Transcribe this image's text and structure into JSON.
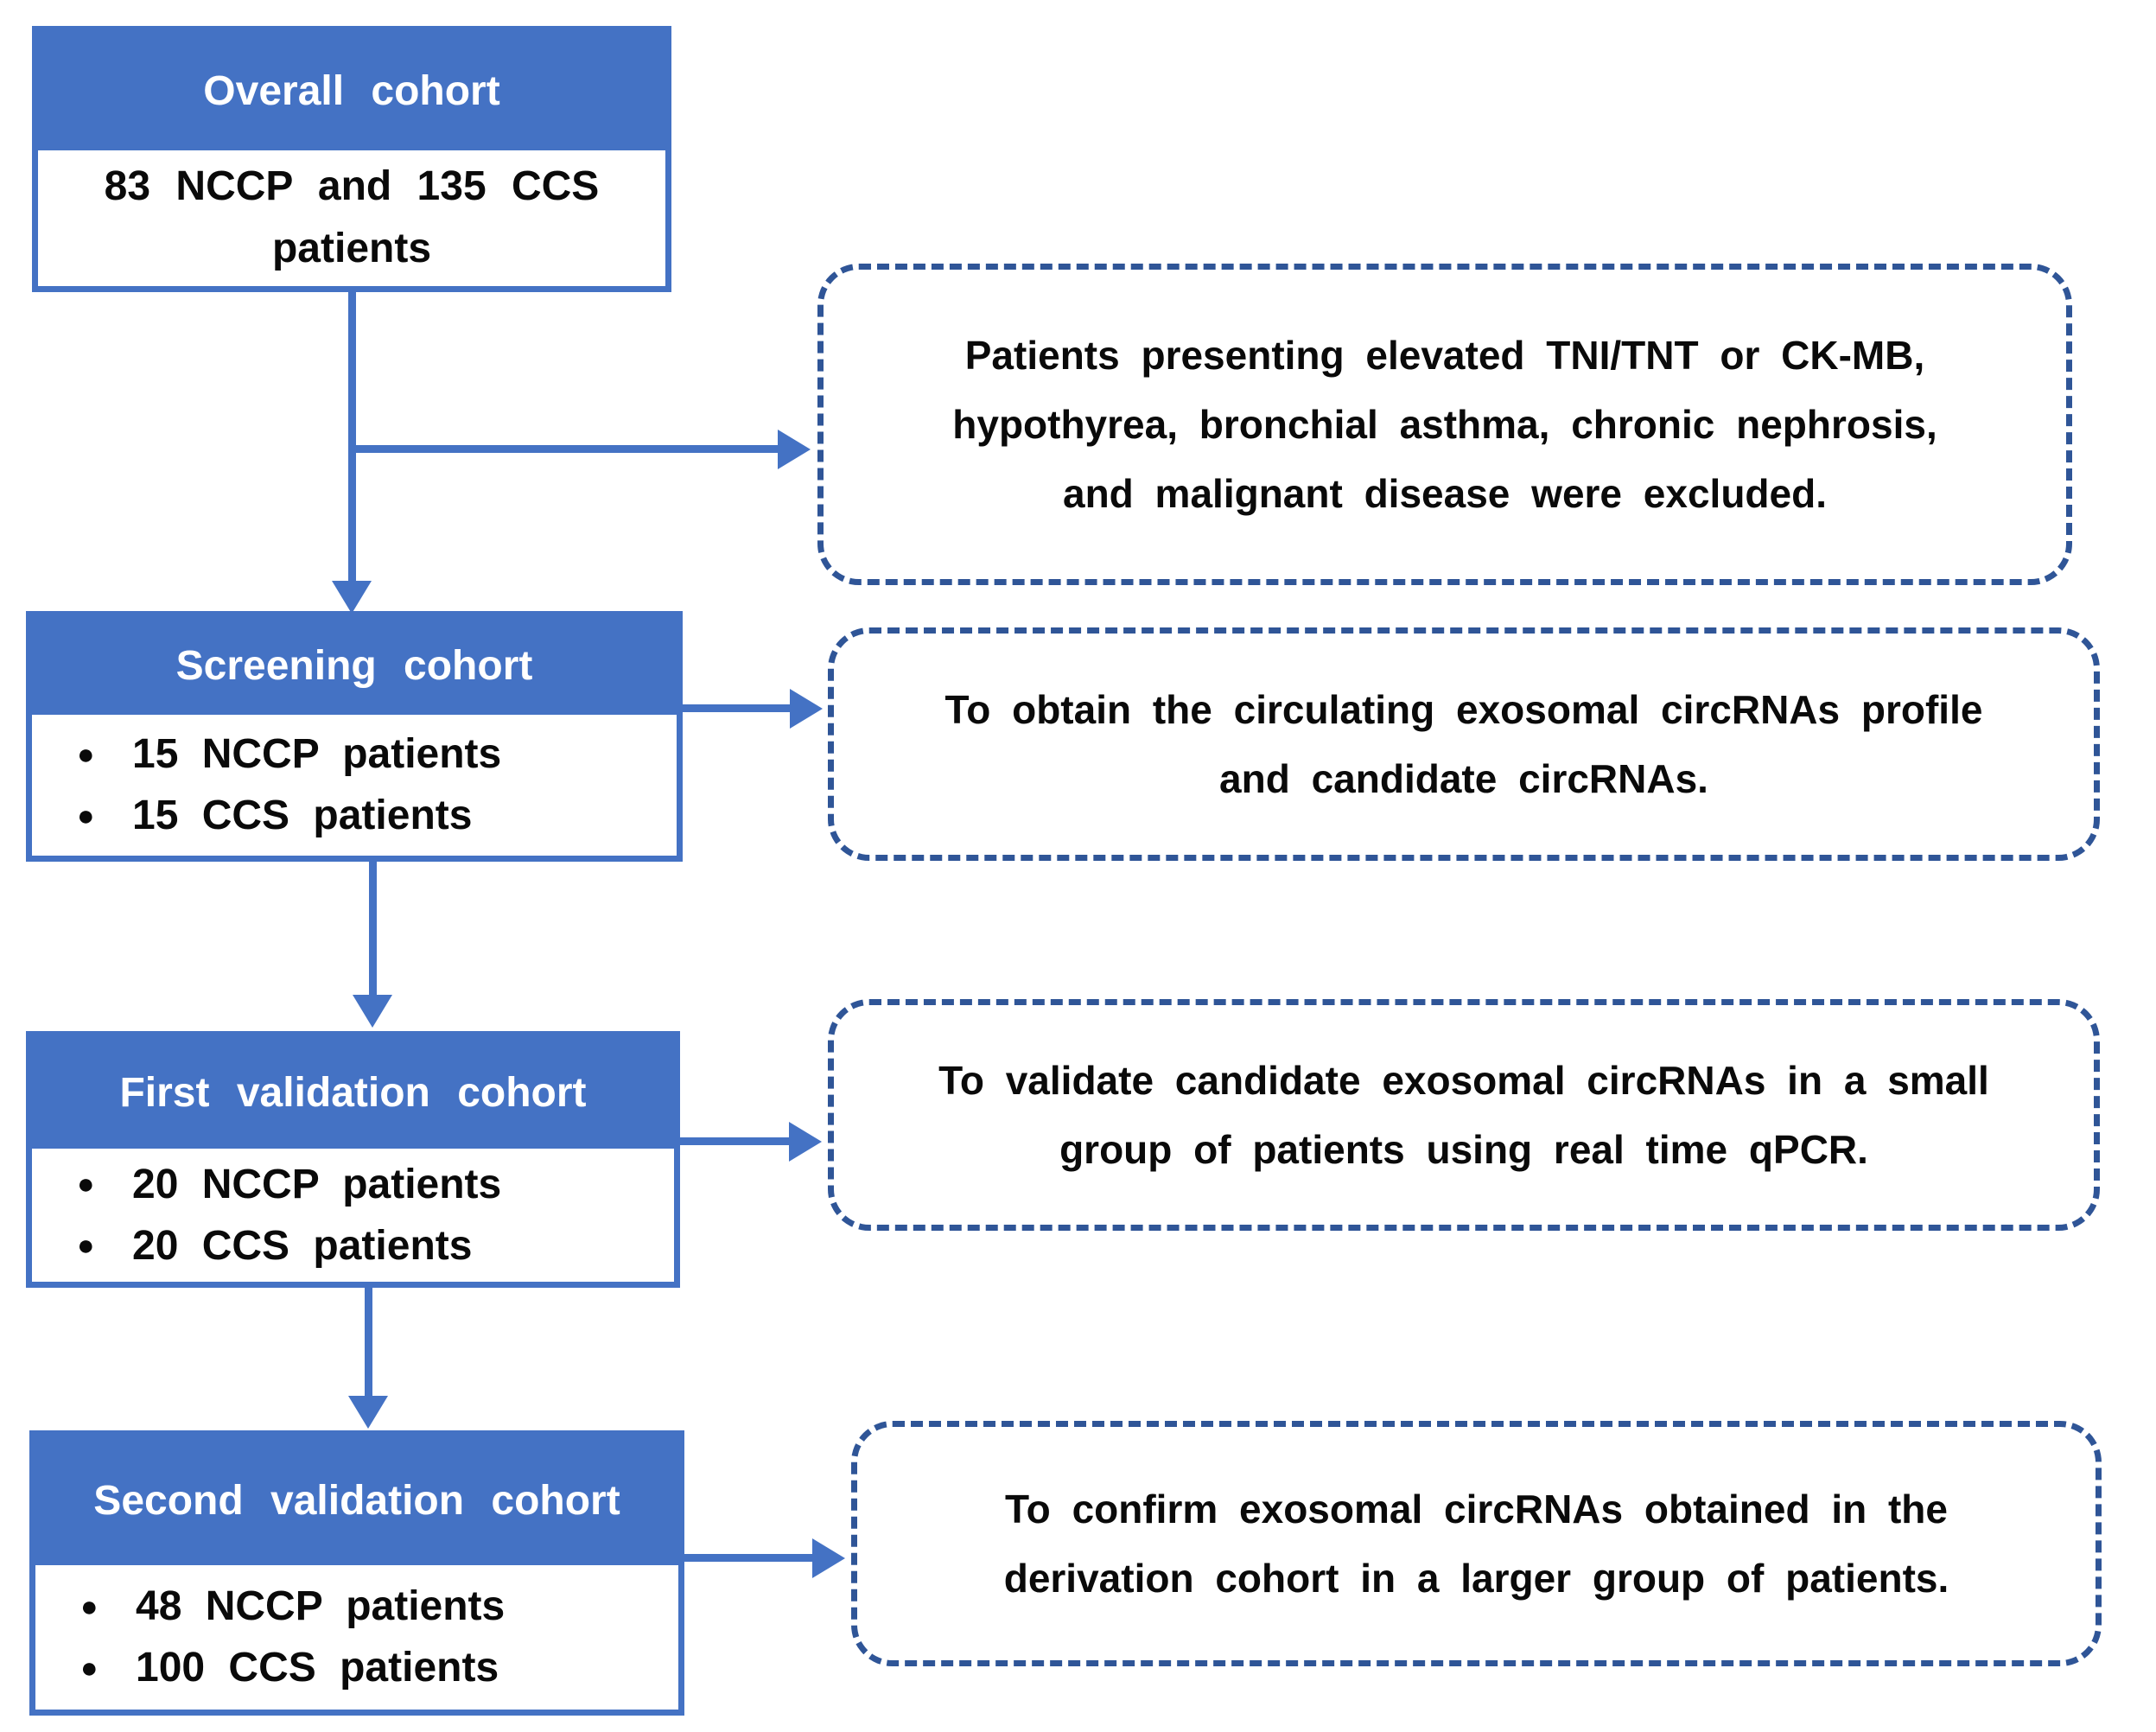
{
  "palette": {
    "header_blue": "#4472C4",
    "arrow_blue": "#4472C4",
    "dashed_blue": "#2F5597",
    "header_text": "#FFFFFF",
    "body_text": "#0A0A0A",
    "background": "#FFFFFF"
  },
  "diagram": {
    "bullet_glyph": "●",
    "cohort_boxes": [
      {
        "title": "Overall cohort",
        "body_lines": [
          "83 NCCP and 135 CCS",
          "patients"
        ]
      },
      {
        "title": "Screening cohort",
        "bullets": [
          "15 NCCP patients",
          "15 CCS patients"
        ]
      },
      {
        "title": "First validation cohort",
        "bullets": [
          "20 NCCP patients",
          "20 CCS patients"
        ]
      },
      {
        "title": "Second validation cohort",
        "bullets": [
          "48 NCCP patients",
          "100 CCS patients"
        ]
      }
    ],
    "note_boxes": [
      {
        "lines": [
          "Patients presenting elevated TNI/TNT or CK-MB,",
          "hypothyrea, bronchial asthma, chronic nephrosis,",
          "and malignant disease were excluded."
        ]
      },
      {
        "lines": [
          "To obtain the circulating exosomal circRNAs profile",
          "and candidate circRNAs."
        ]
      },
      {
        "lines": [
          "To validate candidate exosomal circRNAs in a small",
          "group of patients using real time qPCR."
        ]
      },
      {
        "lines": [
          "To confirm exosomal circRNAs obtained in the",
          "derivation cohort in a larger group of patients."
        ]
      }
    ]
  }
}
